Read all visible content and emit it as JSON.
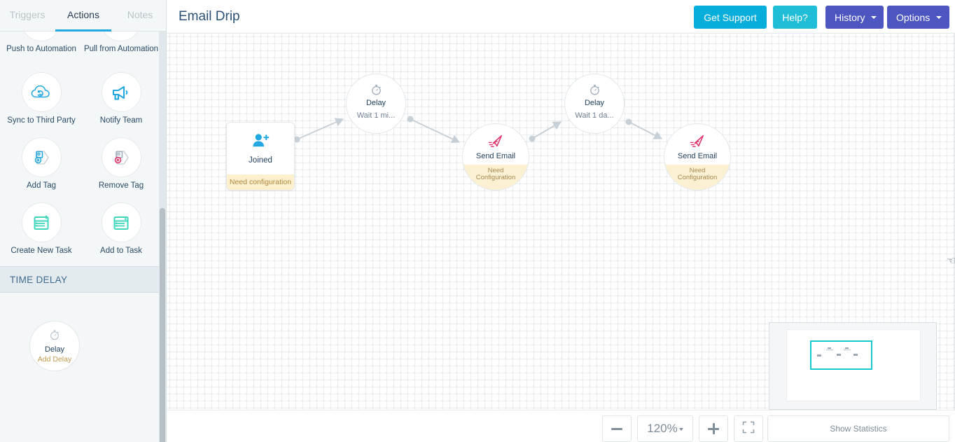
{
  "tabs": [
    {
      "label": "Triggers",
      "active": false
    },
    {
      "label": "Actions",
      "active": true
    },
    {
      "label": "Notes",
      "active": false
    }
  ],
  "sidebar": {
    "clipped_row": [
      {
        "label": "Push to Automation",
        "icon": "push-to-automation-icon"
      },
      {
        "label": "Pull from Automation",
        "icon": "pull-from-automation-icon"
      }
    ],
    "rows": [
      [
        {
          "label": "Sync to Third Party",
          "icon": "cloud-sync-icon",
          "color": "#22a7e0"
        },
        {
          "label": "Notify Team",
          "icon": "megaphone-icon",
          "color": "#22a7e0"
        }
      ],
      [
        {
          "label": "Add Tag",
          "icon": "tag-add-icon",
          "color": "#22a7e0"
        },
        {
          "label": "Remove Tag",
          "icon": "tag-remove-icon",
          "color": "#e0346a"
        }
      ],
      [
        {
          "label": "Create New Task",
          "icon": "task-create-icon",
          "color": "#3ed6bc"
        },
        {
          "label": "Add to Task",
          "icon": "task-add-icon",
          "color": "#3ed6bc"
        }
      ]
    ],
    "section_header": "TIME DELAY",
    "delay_palette_node": {
      "title": "Delay",
      "subtitle": "Add Delay",
      "icon": "stopwatch-icon"
    }
  },
  "header": {
    "title": "Email Drip",
    "buttons": [
      {
        "label": "Get Support",
        "color": "#07aedb",
        "caret": false
      },
      {
        "label": "Help?",
        "color": "#1fbdd6",
        "caret": false
      },
      {
        "label": "History",
        "color": "#4d56c0",
        "caret": true
      },
      {
        "label": "Options",
        "color": "#4d56c0",
        "caret": true
      }
    ]
  },
  "canvas": {
    "nodes": [
      {
        "id": "joined",
        "shape": "rounded-rect",
        "title": "Joined",
        "icon": "person-add-icon",
        "warning": "Need configuration"
      },
      {
        "id": "delay1",
        "shape": "circle",
        "title": "Delay",
        "subtitle": "Wait  1 mi...",
        "icon": "stopwatch-icon"
      },
      {
        "id": "email1",
        "shape": "circle",
        "title": "Send Email",
        "icon": "send-email-icon",
        "warning_line1": "Need",
        "warning_line2": "Configuration"
      },
      {
        "id": "delay2",
        "shape": "circle",
        "title": "Delay",
        "subtitle": "Wait  1 da...",
        "icon": "stopwatch-icon"
      },
      {
        "id": "email2",
        "shape": "circle",
        "title": "Send Email",
        "icon": "send-email-icon",
        "warning_line1": "Need",
        "warning_line2": "Configuration"
      }
    ]
  },
  "bottombar": {
    "zoom_out": "minus-icon",
    "zoom_level": "120%",
    "zoom_in": "plus-icon",
    "fit_screen": "fit-screen-icon",
    "show_statistics": "Show Statistics"
  },
  "colors": {
    "accent_blue": "#22a7e0",
    "accent_purple": "#4d56c0",
    "accent_teal": "#3ed6bc",
    "accent_pink": "#e0346a",
    "warning_bg": "#fdf0cf",
    "warning_text": "#e8a33d",
    "minimap_viewport": "#18c8cf"
  }
}
